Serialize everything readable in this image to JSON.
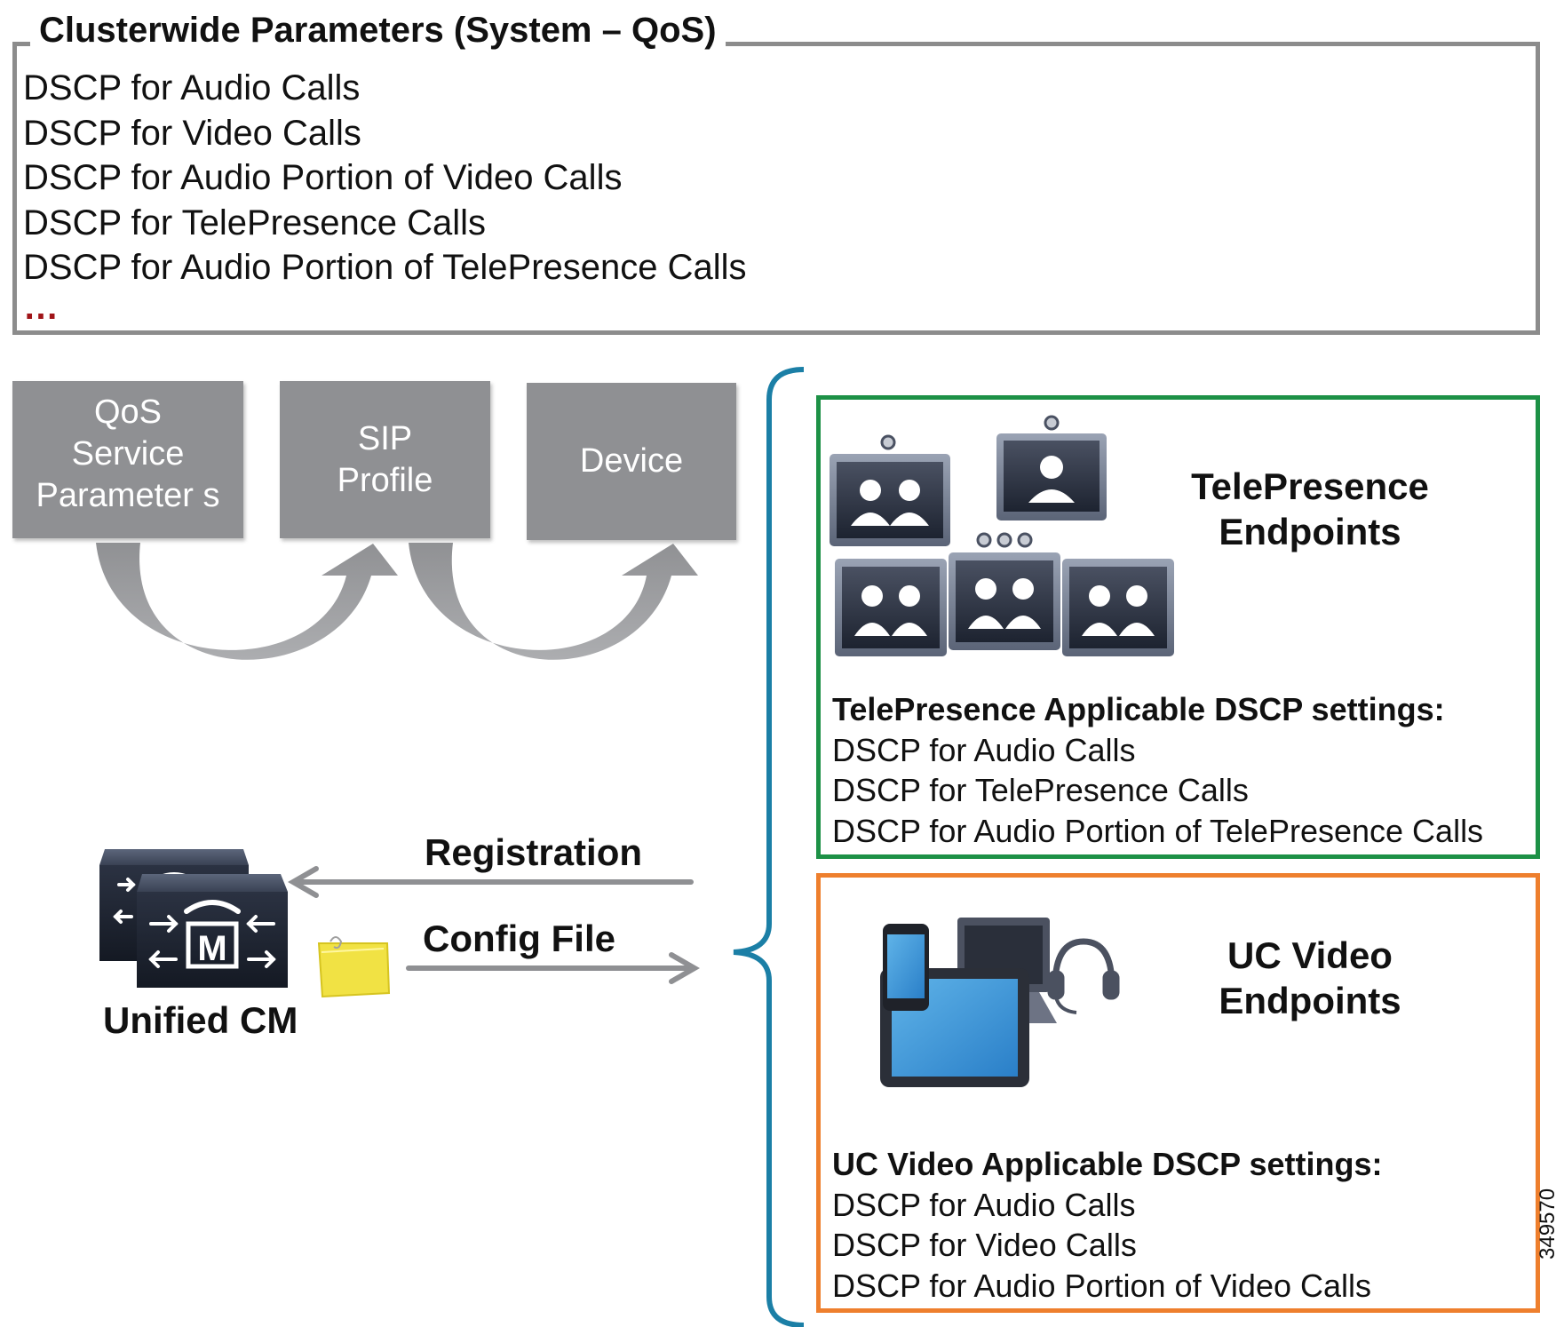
{
  "cluster": {
    "title": "Clusterwide Parameters (System – QoS)",
    "items": [
      "DSCP for Audio Calls",
      "DSCP for Video Calls",
      "DSCP for Audio Portion of Video Calls",
      "DSCP for TelePresence Calls",
      "DSCP for Audio Portion of TelePresence Calls"
    ],
    "ellipsis": "…",
    "ellipsis_color": "#a01418",
    "border_color": "#8c8c8c"
  },
  "config_chain": {
    "boxes": [
      {
        "label": "QoS Service Parameter s"
      },
      {
        "label": "SIP Profile"
      },
      {
        "label": "Device"
      }
    ],
    "box_color": "#8f9093"
  },
  "telepresence": {
    "title": "TelePresence Endpoints",
    "settings_header": "TelePresence Applicable DSCP settings:",
    "settings": [
      "DSCP for Audio Calls",
      "DSCP for TelePresence Calls",
      "DSCP for Audio Portion of TelePresence Calls"
    ],
    "border_color": "#1d9146",
    "icon": "telepresence-endpoints-icon"
  },
  "uc_video": {
    "title": "UC Video Endpoints",
    "settings_header": "UC Video Applicable DSCP settings:",
    "settings": [
      "DSCP for Audio Calls",
      "DSCP for Video Calls",
      "DSCP for Audio Portion of Video Calls"
    ],
    "border_color": "#ee7f2d",
    "icon": "uc-video-endpoints-icon"
  },
  "flows": {
    "registration_label": "Registration",
    "config_file_label": "Config File"
  },
  "unified_cm": {
    "label": "Unified CM",
    "icon": "unified-cm-server-icon"
  },
  "brace_color": "#1b7fa6",
  "figure_number": "349570"
}
